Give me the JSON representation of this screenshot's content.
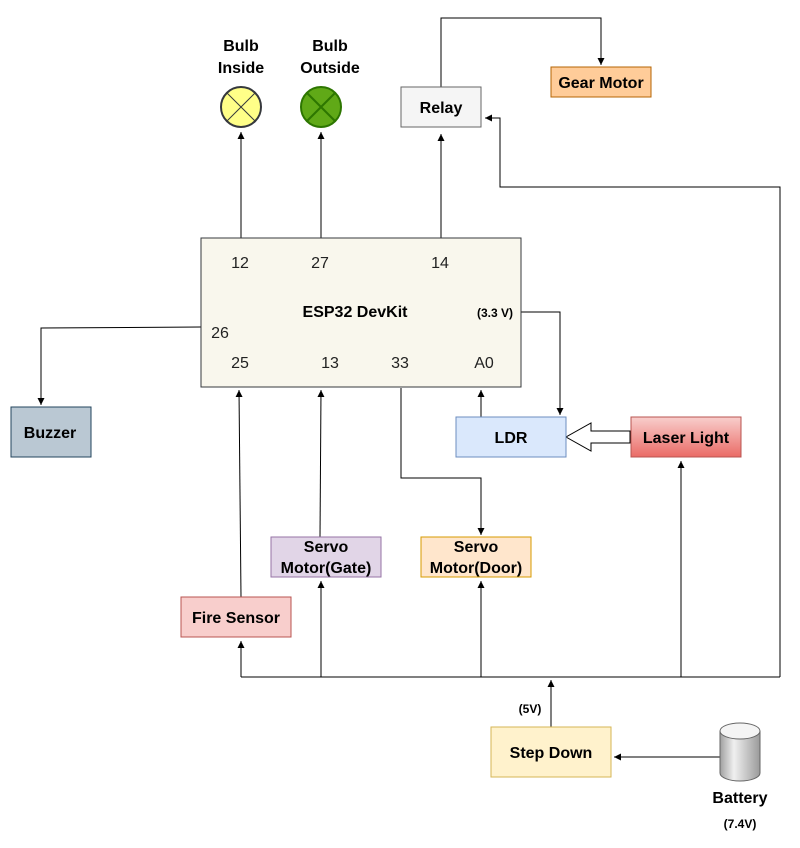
{
  "colors": {
    "esp32_fill": "#f9f7ed",
    "bulb_inside_fill": "#ffff88",
    "bulb_outside_fill": "#60a917",
    "relay_fill": "#f5f5f5",
    "gear_motor_fill": "#ffcc99",
    "buzzer_fill": "#bac8d3",
    "ldr_fill": "#dae8fc",
    "laser_fill": "#ea6b66",
    "servo_gate_fill": "#e1d5e7",
    "servo_door_fill": "#ffe6cc",
    "fire_sensor_fill": "#f8cecc",
    "step_down_fill": "#fff2cc",
    "battery_fill": "#d0d0d0"
  },
  "components": {
    "bulb_inside": {
      "line1": "Bulb",
      "line2": "Inside"
    },
    "bulb_outside": {
      "line1": "Bulb",
      "line2": "Outside"
    },
    "relay": "Relay",
    "gear_motor": "Gear Motor",
    "esp32": {
      "title": "ESP32 DevKit",
      "supply": "(3.3 V)",
      "pins": {
        "p12": "12",
        "p27": "27",
        "p14": "14",
        "p26": "26",
        "p25": "25",
        "p13": "13",
        "p33": "33",
        "a0": "A0"
      }
    },
    "buzzer": "Buzzer",
    "ldr": "LDR",
    "laser_light": "Laser Light",
    "servo_gate": {
      "line1": "Servo",
      "line2": "Motor(Gate)"
    },
    "servo_door": {
      "line1": "Servo",
      "line2": "Motor(Door)"
    },
    "fire_sensor": "Fire Sensor",
    "step_down": "Step Down",
    "step_down_output": "(5V)",
    "battery": {
      "name": "Battery",
      "voltage": "(7.4V)"
    }
  }
}
